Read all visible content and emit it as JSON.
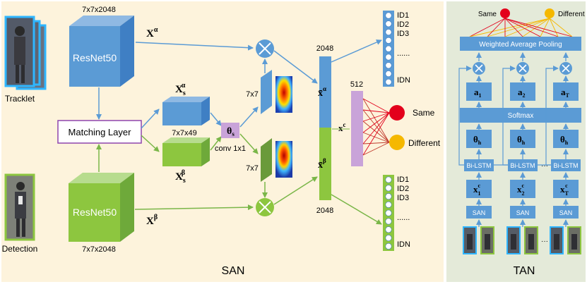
{
  "san": {
    "label": "SAN",
    "tracklet_label": "Tracklet",
    "detection_label": "Detection",
    "resnet_top": {
      "label": "ResNet50",
      "dims": "7x7x2048"
    },
    "resnet_bottom": {
      "label": "ResNet50",
      "dims": "7x7x2048"
    },
    "matching_layer": "Matching Layer",
    "x_alpha": "X",
    "x_alpha_sup": "α",
    "x_beta": "X",
    "x_beta_sup": "β",
    "xs_alpha": "X",
    "xs_alpha_sub": "s",
    "xs_alpha_sup": "α",
    "xs_beta": "X",
    "xs_beta_sub": "s",
    "xs_beta_sup": "β",
    "xs_dims": "7x7x49",
    "theta_s": "θ",
    "theta_s_sub": "s",
    "conv_label": "conv 1x1",
    "att_top_dims": "7x7",
    "att_bottom_dims": "7x7",
    "feat_top_dim": "2048",
    "feat_bottom_dim": "2048",
    "xbar_alpha": "x̄",
    "xbar_alpha_sup": "α",
    "xbar_beta": "x̄",
    "xbar_beta_sup": "β",
    "xc_dim": "512",
    "xc": "x",
    "xc_sup": "c",
    "same_label": "Same",
    "different_label": "Different",
    "ids_top": [
      "ID1",
      "ID2",
      "ID3",
      "......",
      "IDN"
    ],
    "ids_bottom": [
      "ID1",
      "ID2",
      "ID3",
      "......",
      "IDN"
    ],
    "colors": {
      "blue": "#5b9bd5",
      "green": "#8dc63f",
      "purple": "#c9a3d9",
      "red": "#e3001b",
      "orange": "#f5b800",
      "san_bg": "#fdf3dc",
      "tan_bg": "#e4ead9"
    }
  },
  "tan": {
    "label": "TAN",
    "same_label": "Same",
    "different_label": "Different",
    "pooling_label": "Weighted Average Pooling",
    "softmax_label": "Softmax",
    "a_labels": [
      "a",
      "a",
      "a"
    ],
    "a_subs": [
      "1",
      "2",
      "T"
    ],
    "theta_labels": [
      "θ",
      "θ",
      "θ"
    ],
    "theta_subs": [
      "h",
      "h",
      "h"
    ],
    "bilstm_labels": [
      "Bi-LSTM",
      "Bi-LSTM",
      "Bi-LSTM"
    ],
    "x_labels": [
      "x",
      "x",
      "x"
    ],
    "x_subs": [
      "1",
      "2",
      "T"
    ],
    "x_sups": [
      "c",
      "c",
      "c"
    ],
    "san_labels": [
      "SAN",
      "SAN",
      "SAN"
    ],
    "dots": "···"
  }
}
